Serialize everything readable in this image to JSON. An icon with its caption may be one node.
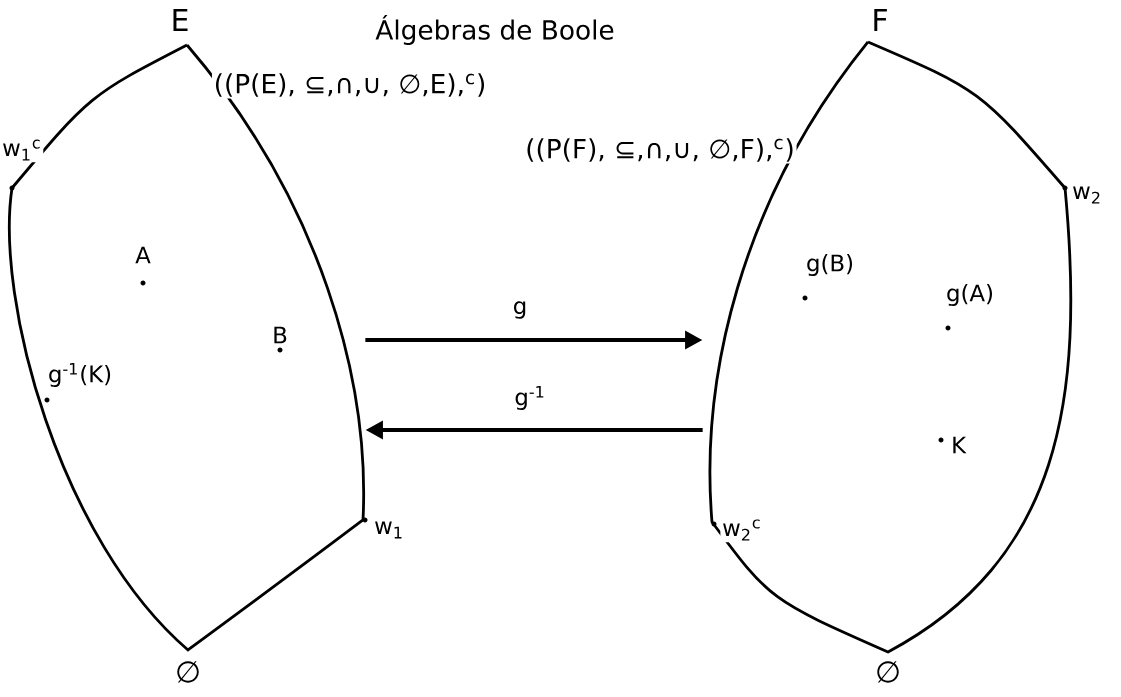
{
  "diagram": {
    "title": "Álgebras de Boole",
    "nodes": [
      {
        "text": [
          "E",
          "∅"
        ]
      },
      {
        "text": [
          "F",
          "∅"
        ]
      }
    ],
    "edges": [
      {
        "from": 0,
        "to": 1,
        "arrow": "to",
        "label": "g"
      },
      {
        "from": 1,
        "to": 0,
        "arrow": "to",
        "label": "g$^{-1}$"
      }
    ],
    "labels": [
      "((P(E), ⊆,∩,∪, ∅,E),$^{c}$)",
      "((P(F), ⊆,∩,∪, ∅,F),$^{c}$)",
      "w$_{1}$$^{c}$",
      "A",
      "B",
      "g$^{-1}$(K)",
      "w$_{1}$",
      "w$_{2}$",
      "g(B)",
      "g(A)",
      "K",
      "w$_{2}$$^{c}$"
    ]
  }
}
